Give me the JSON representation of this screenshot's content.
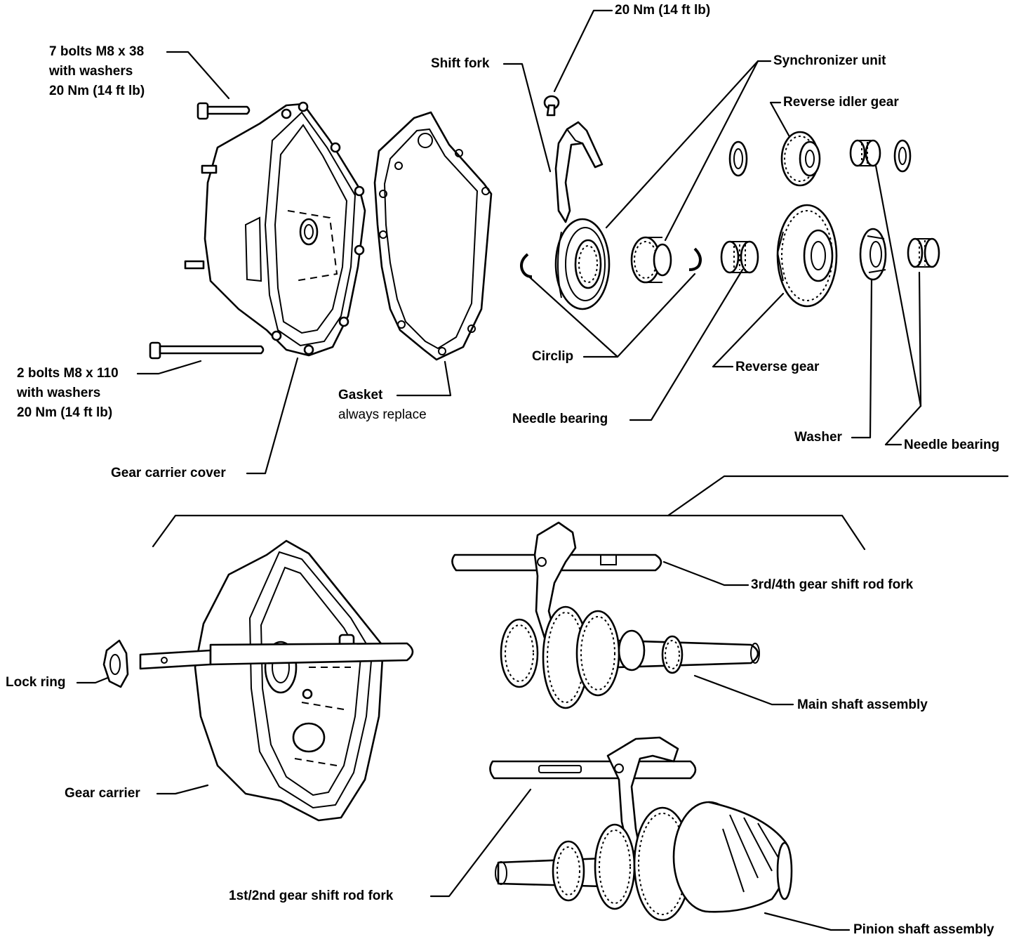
{
  "labels": {
    "bolts_7_line1": "7 bolts M8 x 38",
    "bolts_7_line2": "with washers",
    "bolts_7_line3": "20 Nm (14 ft lb)",
    "bolts_2_line1": "2 bolts M8 x 110",
    "bolts_2_line2": "with washers",
    "bolts_2_line3": "20 Nm (14 ft lb)",
    "gear_carrier_cover": "Gear carrier cover",
    "gasket": "Gasket",
    "gasket_note": "always replace",
    "torque_top": "20 Nm (14 ft lb)",
    "shift_fork": "Shift fork",
    "synchronizer_unit": "Synchronizer unit",
    "reverse_idler_gear": "Reverse idler gear",
    "circlip": "Circlip",
    "reverse_gear": "Reverse gear",
    "needle_bearing_1": "Needle bearing",
    "washer": "Washer",
    "needle_bearing_2": "Needle bearing",
    "shift_rod_fork_34": "3rd/4th gear shift rod fork",
    "lock_ring": "Lock ring",
    "main_shaft_assembly": "Main shaft assembly",
    "gear_carrier": "Gear carrier",
    "shift_rod_fork_12": "1st/2nd gear shift rod fork",
    "pinion_shaft_assembly": "Pinion shaft assembly"
  }
}
